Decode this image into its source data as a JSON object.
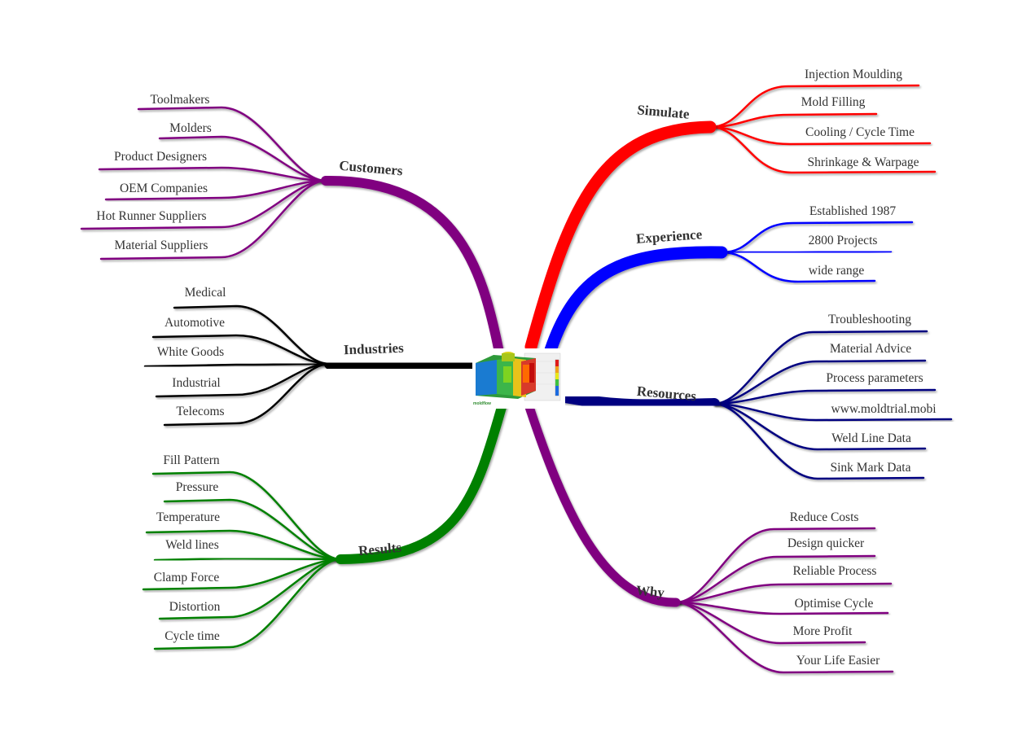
{
  "center": {
    "name": "mold-simulation-image",
    "logo_text": "moldflow"
  },
  "colors": {
    "customers": "#800080",
    "industries": "#000000",
    "results": "#008000",
    "simulate": "#ff0000",
    "experience": "#0000ff",
    "resources": "#000080",
    "why": "#800080"
  },
  "branches": [
    {
      "key": "customers",
      "title": "Customers",
      "items": [
        "Toolmakers",
        "Molders",
        "Product Designers",
        "OEM Companies",
        "Hot Runner Suppliers",
        "Material Suppliers"
      ]
    },
    {
      "key": "industries",
      "title": "Industries",
      "items": [
        "Medical",
        "Automotive",
        "White Goods",
        "Industrial",
        "Telecoms"
      ]
    },
    {
      "key": "results",
      "title": "Results",
      "items": [
        "Fill Pattern",
        "Pressure",
        "Temperature",
        "Weld lines",
        "Clamp Force",
        "Distortion",
        "Cycle time"
      ]
    },
    {
      "key": "simulate",
      "title": "Simulate",
      "items": [
        "Injection Moulding",
        "Mold Filling",
        "Cooling / Cycle Time",
        "Shrinkage & Warpage"
      ]
    },
    {
      "key": "experience",
      "title": "Experience",
      "items": [
        "Established 1987",
        "2800 Projects",
        "wide range"
      ]
    },
    {
      "key": "resources",
      "title": "Resources",
      "items": [
        "Troubleshooting",
        "Material Advice",
        "Process parameters",
        "www.moldtrial.mobi",
        "Weld Line Data",
        "Sink Mark Data"
      ]
    },
    {
      "key": "why",
      "title": "Why",
      "items": [
        "Reduce Costs",
        "Design quicker",
        "Reliable Process",
        "Optimise Cycle",
        "More Profit",
        "Your Life Easier"
      ]
    }
  ]
}
